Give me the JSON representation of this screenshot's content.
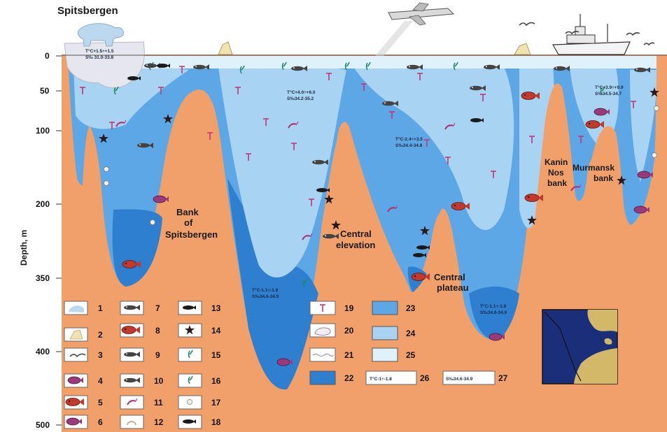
{
  "title_place": "Spitsbergen",
  "axis": {
    "ylabel": "Depth, m",
    "ticks": [
      "0",
      "50",
      "100",
      "200",
      "350",
      "400",
      "500"
    ]
  },
  "features": {
    "bank_spitsbergen": [
      "Bank",
      "of",
      "Spitsbergen"
    ],
    "central_elevation": [
      "Central",
      "elevation"
    ],
    "central_plateau": [
      "Central",
      "plateau"
    ],
    "kanin_nos": [
      "Kanin",
      "Nos",
      "bank"
    ],
    "murmansk": [
      "Murmansk",
      "bank"
    ]
  },
  "water_labels": [
    [
      "T°C+1.5÷+1.5",
      "S‰ 31.0-33.8"
    ],
    [
      "T°C+4.0÷+6.0",
      "S‰34.2-35.2"
    ],
    [
      "T°C-2.4÷+3.5",
      "S‰34.4-34.8"
    ],
    [
      "T°C+3.9÷+9.9",
      "S‰34.5-34.7"
    ],
    [
      "T°C-1.1÷-1.8",
      "S‰34.6-34.9"
    ],
    [
      "T°C-1.1÷-1.8",
      "S‰34.6-34.9"
    ]
  ],
  "legend": {
    "numbers": [
      "1",
      "2",
      "3",
      "4",
      "5",
      "6",
      "7",
      "8",
      "9",
      "10",
      "11",
      "12",
      "13",
      "14",
      "15",
      "16",
      "17",
      "18",
      "19",
      "20",
      "21",
      "22",
      "23",
      "24",
      "25",
      "26",
      "27"
    ],
    "box26_text": "T°C-1÷-1.8",
    "box27_text": "S‰34.6-34.9"
  },
  "colors": {
    "seabed": "#f2a06a",
    "water_22": "#2f7fd0",
    "water_23": "#5ea7e6",
    "water_24": "#a9d3f3",
    "water_25": "#dff1fb",
    "ice": "#e6e6ee",
    "map_sea": "#1b2e7a"
  }
}
